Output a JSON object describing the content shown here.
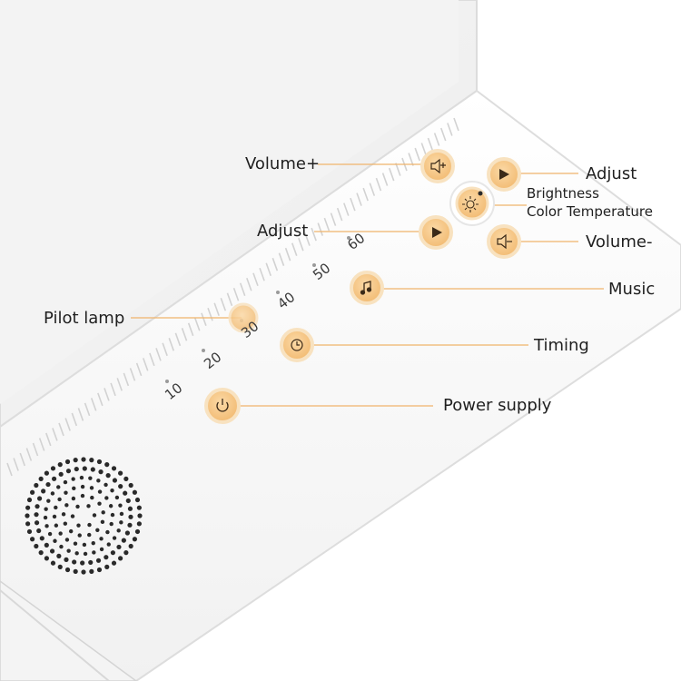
{
  "labels": {
    "volume_plus": "Volume+",
    "adjust_left": "Adjust",
    "adjust_right": "Adjust",
    "brightness": "Brightness",
    "color_temperature": "Color Temperature",
    "volume_minus": "Volume-",
    "music": "Music",
    "pilot_lamp": "Pilot lamp",
    "timing": "Timing",
    "power_supply": "Power supply"
  },
  "timer_marks": [
    "10",
    "20",
    "30",
    "40",
    "50",
    "60"
  ],
  "colors": {
    "button_fill": "#f5c889",
    "button_rim": "#f9e3c2",
    "leader_line": "#f0b46b",
    "device": "#fafafa",
    "device_edge": "#d9d9d9",
    "icon": "#3b2a18"
  },
  "icons": [
    "volume-plus-icon",
    "play-right-icon",
    "sun-icon",
    "play-left-icon",
    "volume-minus-icon",
    "music-note-icon",
    "clock-icon",
    "power-icon",
    "speaker-grille"
  ]
}
